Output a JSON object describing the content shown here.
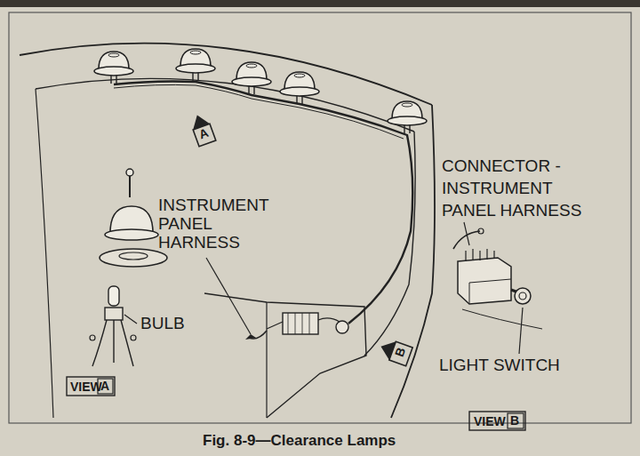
{
  "diagram": {
    "caption": "Fig. 8-9—Clearance Lamps",
    "labels": [
      "INSTRUMENT PANEL HARNESS",
      "CONNECTOR -INSTRUMENT PANEL HARNESS",
      "BULB",
      "LIGHT SWITCH",
      "A",
      "B",
      "VIEW",
      "A",
      "VIEW",
      "B"
    ]
  }
}
